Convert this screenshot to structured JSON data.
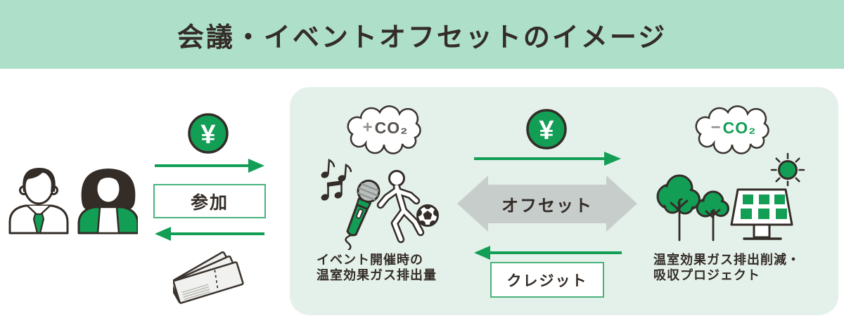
{
  "header": {
    "title": "会議・イベントオフセットのイメージ"
  },
  "left": {
    "yen_symbol": "¥",
    "participation_label": "参加"
  },
  "panel": {
    "event": {
      "cloud_sign": "+",
      "cloud_co2": "CO₂",
      "caption_line1": "イベント開催時の",
      "caption_line2": "温室効果ガス排出量"
    },
    "center": {
      "yen_symbol": "¥",
      "offset_label": "オフセット",
      "credit_label": "クレジット"
    },
    "project": {
      "cloud_sign": "−",
      "cloud_co2": "CO₂",
      "caption_line1": "温室効果ガス排出削減・",
      "caption_line2": "吸収プロジェクト"
    }
  },
  "icons": {
    "yen-coin-icon": "¥",
    "participants-icon": "man and woman",
    "tickets-icon": "fan of 3 tickets",
    "event-icons": "music notes, microphone, person kicking soccer ball",
    "project-icons": "trees, solar panel, sun",
    "offset-double-arrow-icon": "gray double-headed arrow"
  },
  "colors": {
    "header_bg": "#aee0c9",
    "panel_bg": "#e4f1ea",
    "accent_green": "#139e55",
    "outline_dark": "#332c27",
    "gray_arrow": "#c7cdcb",
    "box_border_green": "#49b37e"
  }
}
